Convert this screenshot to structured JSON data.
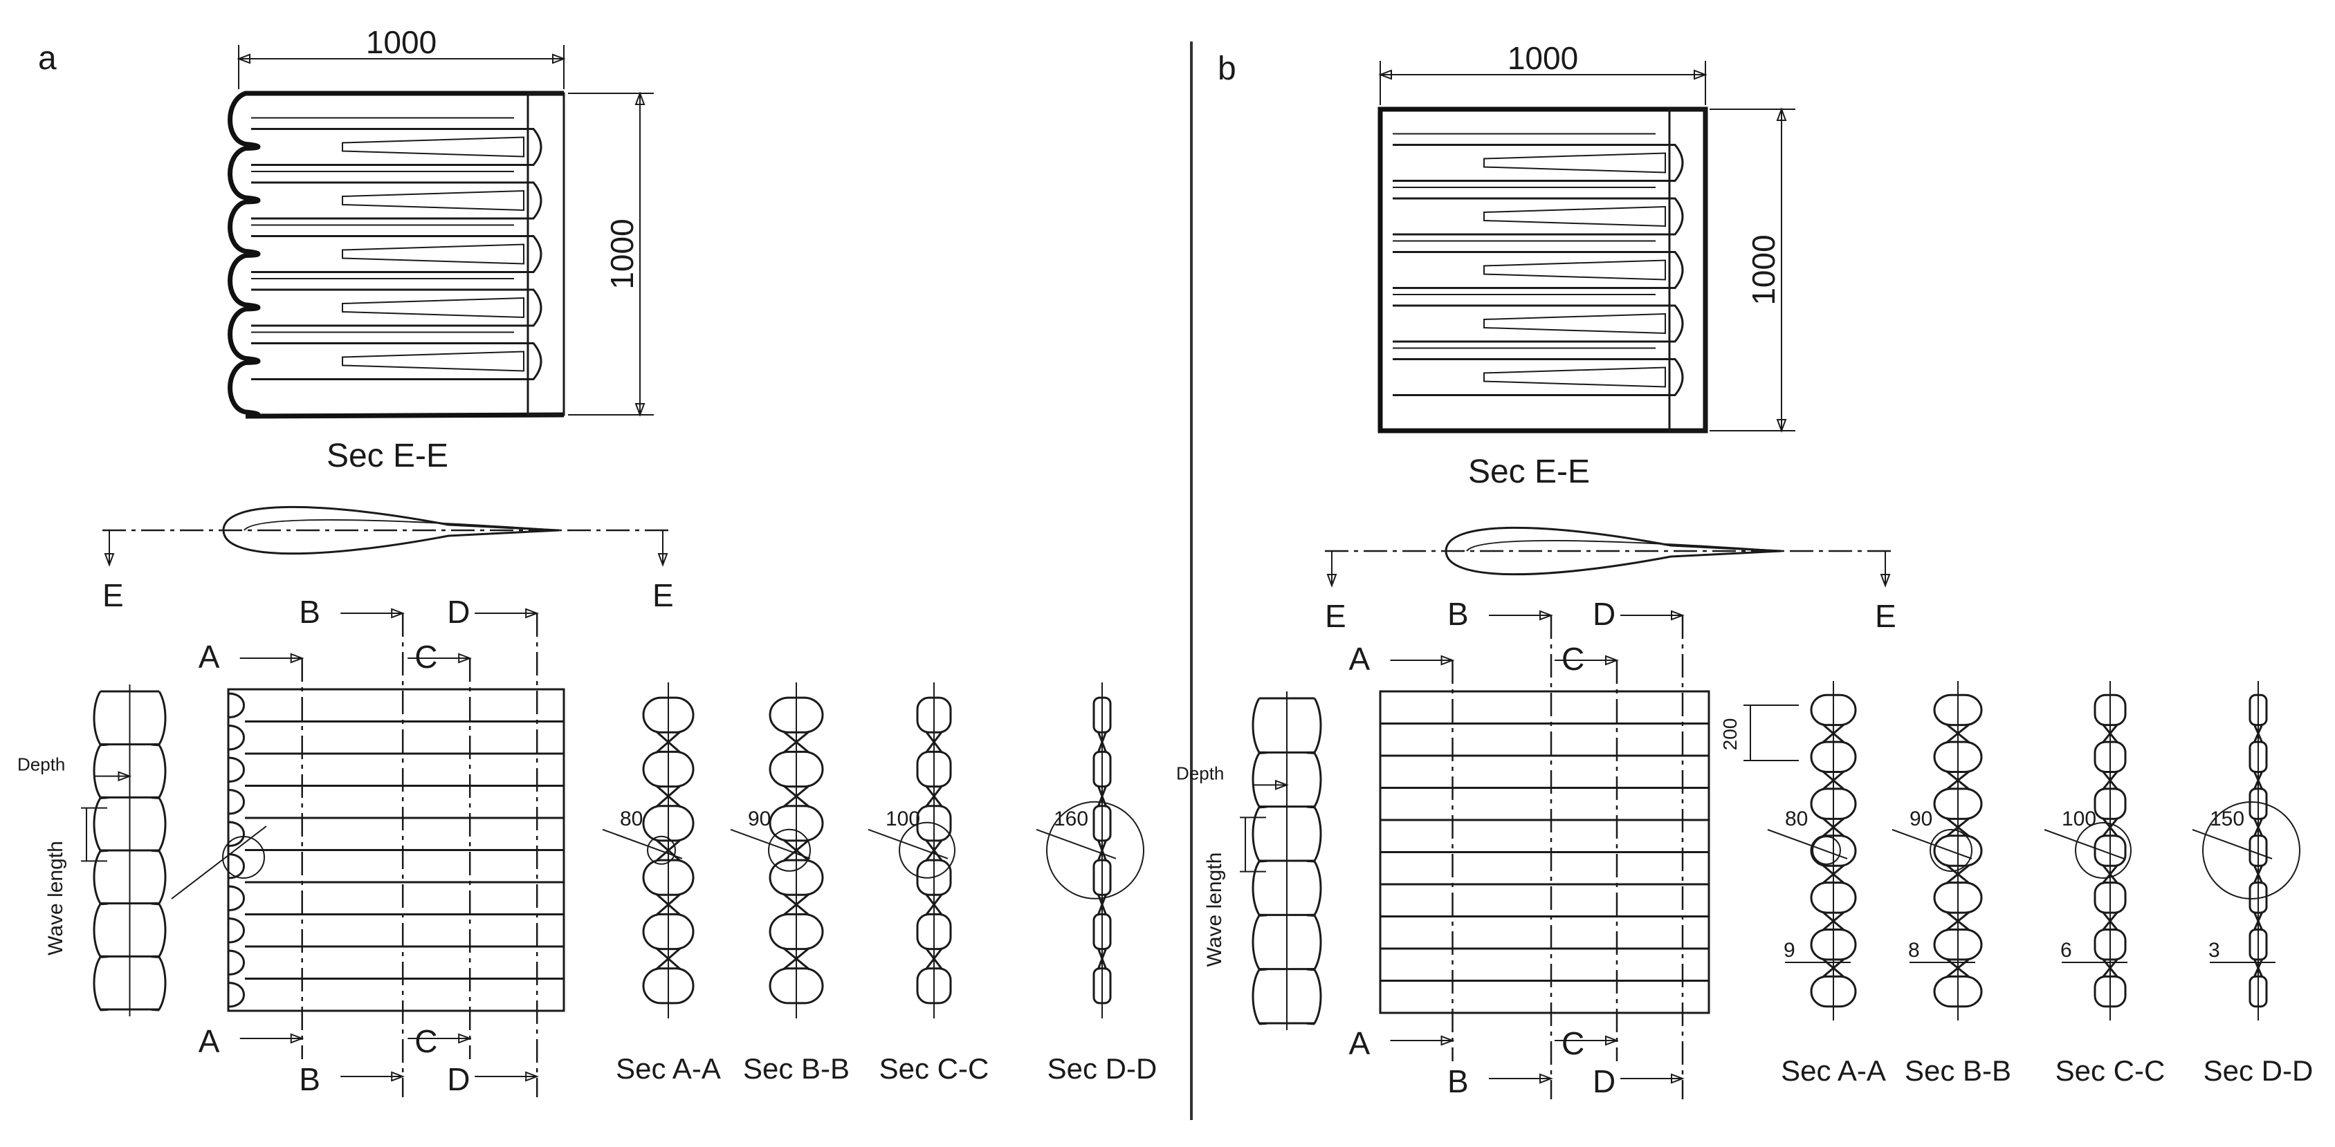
{
  "panels": [
    {
      "id": "a",
      "panel_label": "a",
      "plan_width": "1000",
      "plan_height": "1000",
      "plan_caption": "Sec E-E",
      "cut_e": "E",
      "cut_a": "A",
      "cut_b": "B",
      "cut_c": "C",
      "cut_d": "D",
      "depth_label": "Depth",
      "wavelength_label": "Wave length",
      "spacing_dim": "",
      "sections": [
        {
          "caption": "Sec A-A",
          "diameter": "80",
          "thickness": ""
        },
        {
          "caption": "Sec B-B",
          "diameter": "90",
          "thickness": ""
        },
        {
          "caption": "Sec C-C",
          "diameter": "100",
          "thickness": ""
        },
        {
          "caption": "Sec D-D",
          "diameter": "160",
          "thickness": ""
        }
      ]
    },
    {
      "id": "b",
      "panel_label": "b",
      "plan_width": "1000",
      "plan_height": "1000",
      "plan_caption": "Sec E-E",
      "cut_e": "E",
      "cut_a": "A",
      "cut_b": "B",
      "cut_c": "C",
      "cut_d": "D",
      "depth_label": "Depth",
      "wavelength_label": "Wave length",
      "spacing_dim": "200",
      "sections": [
        {
          "caption": "Sec A-A",
          "diameter": "80",
          "thickness": "9"
        },
        {
          "caption": "Sec B-B",
          "diameter": "90",
          "thickness": "8"
        },
        {
          "caption": "Sec C-C",
          "diameter": "100",
          "thickness": "6"
        },
        {
          "caption": "Sec D-D",
          "diameter": "150",
          "thickness": "3"
        }
      ]
    }
  ]
}
